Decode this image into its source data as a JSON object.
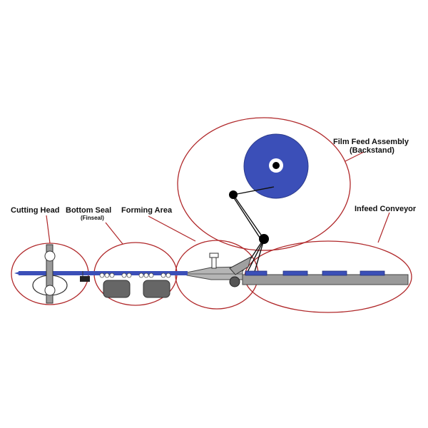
{
  "labels": {
    "cutting_head": "Cutting Head",
    "bottom_seal": "Bottom Seal",
    "bottom_seal_sub": "(Finseal)",
    "forming_area": "Forming Area",
    "infeed_conveyor": "Infeed Conveyor",
    "film_feed_line1": "Film Feed Assembly",
    "film_feed_line2": "(Backstand)"
  },
  "colors": {
    "callout": "#b0282a",
    "film": "#3b4fb8",
    "machine": "#9a9a9a",
    "outline": "#222222",
    "roller": "#666666"
  }
}
